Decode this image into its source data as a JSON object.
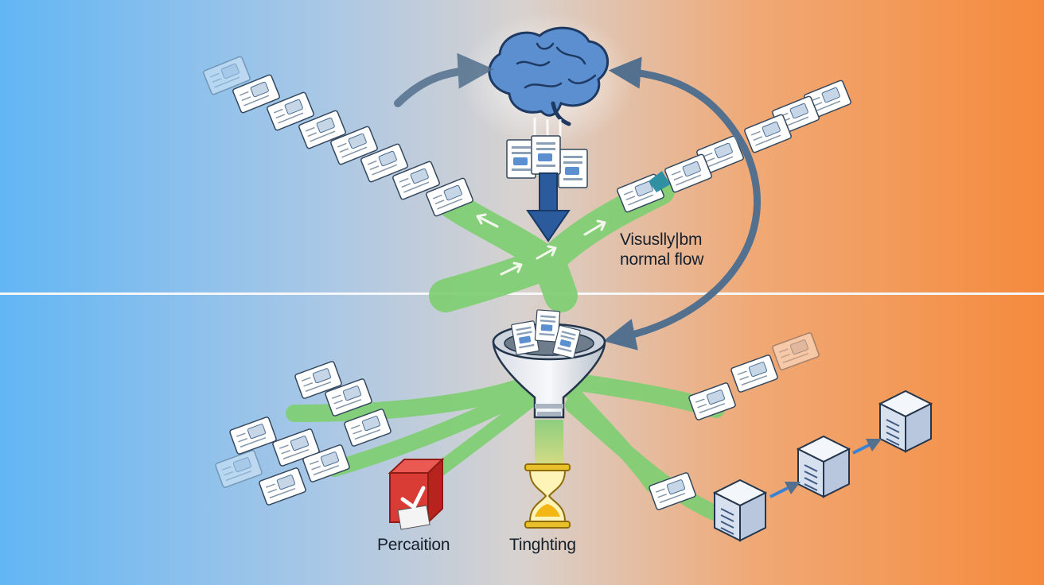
{
  "caption": {
    "line1": "Visuslly|bm",
    "line2": "normal flow"
  },
  "labels": {
    "left": "Percaition",
    "center": "Tinghting"
  },
  "icons": {
    "top": "brain-icon",
    "middle": "funnel-icon",
    "left": "red-warning-box-icon",
    "center": "hourglass-icon",
    "right": "storage-box-icon"
  },
  "colors": {
    "flow": "#7fcf73",
    "arrow": "#53708e",
    "brain": "#4f86c7",
    "warning": "#d93b35",
    "hourglass": "#e8c02b",
    "cube": "#dfe6f3",
    "divider": "#f6f7fa"
  }
}
